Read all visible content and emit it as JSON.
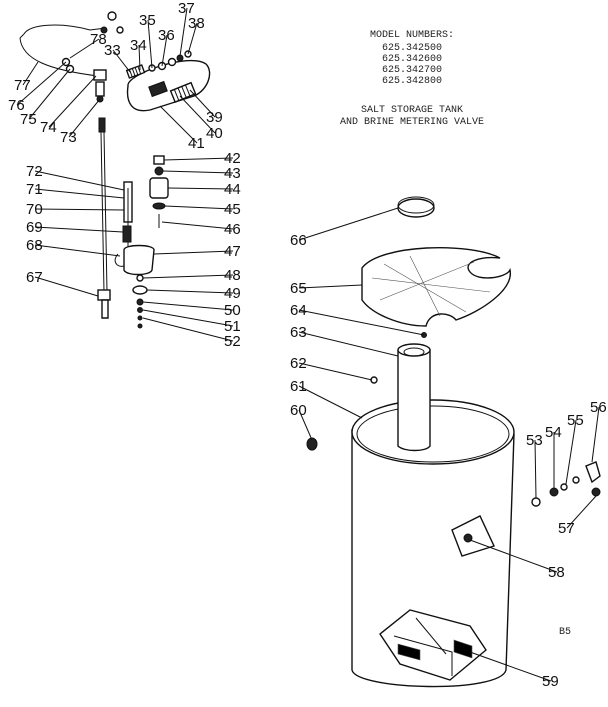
{
  "header": {
    "model_title": "MODEL NUMBERS:",
    "model_numbers": [
      "625.342500",
      "625.342600",
      "625.342700",
      "625.342800"
    ],
    "subtitle_line1": "SALT STORAGE TANK",
    "subtitle_line2": "AND BRINE METERING VALVE"
  },
  "page_code": "B5",
  "callouts": [
    {
      "id": "37",
      "label": "37"
    },
    {
      "id": "38",
      "label": "38"
    },
    {
      "id": "35",
      "label": "35"
    },
    {
      "id": "36",
      "label": "36"
    },
    {
      "id": "34",
      "label": "34"
    },
    {
      "id": "33",
      "label": "33"
    },
    {
      "id": "78",
      "label": "78"
    },
    {
      "id": "77",
      "label": "77"
    },
    {
      "id": "76",
      "label": "76"
    },
    {
      "id": "75",
      "label": "75"
    },
    {
      "id": "74",
      "label": "74"
    },
    {
      "id": "73",
      "label": "73"
    },
    {
      "id": "39",
      "label": "39"
    },
    {
      "id": "40",
      "label": "40"
    },
    {
      "id": "41",
      "label": "41"
    },
    {
      "id": "42",
      "label": "42"
    },
    {
      "id": "43",
      "label": "43"
    },
    {
      "id": "44",
      "label": "44"
    },
    {
      "id": "45",
      "label": "45"
    },
    {
      "id": "46",
      "label": "46"
    },
    {
      "id": "47",
      "label": "47"
    },
    {
      "id": "48",
      "label": "48"
    },
    {
      "id": "49",
      "label": "49"
    },
    {
      "id": "50",
      "label": "50"
    },
    {
      "id": "51",
      "label": "51"
    },
    {
      "id": "52",
      "label": "52"
    },
    {
      "id": "72",
      "label": "72"
    },
    {
      "id": "71",
      "label": "71"
    },
    {
      "id": "70",
      "label": "70"
    },
    {
      "id": "69",
      "label": "69"
    },
    {
      "id": "68",
      "label": "68"
    },
    {
      "id": "67",
      "label": "67"
    },
    {
      "id": "66",
      "label": "66"
    },
    {
      "id": "65",
      "label": "65"
    },
    {
      "id": "64",
      "label": "64"
    },
    {
      "id": "63",
      "label": "63"
    },
    {
      "id": "62",
      "label": "62"
    },
    {
      "id": "61",
      "label": "61"
    },
    {
      "id": "60",
      "label": "60"
    },
    {
      "id": "53",
      "label": "53"
    },
    {
      "id": "54",
      "label": "54"
    },
    {
      "id": "55",
      "label": "55"
    },
    {
      "id": "56",
      "label": "56"
    },
    {
      "id": "57",
      "label": "57"
    },
    {
      "id": "58",
      "label": "58"
    },
    {
      "id": "59",
      "label": "59"
    }
  ]
}
